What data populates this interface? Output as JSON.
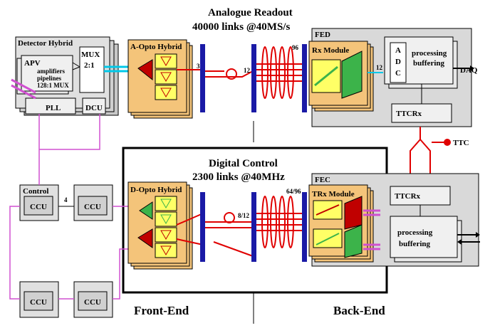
{
  "analogue": {
    "title": "Analogue Readout",
    "subtitle": "40000 links @40MS/s",
    "detector_hybrid": {
      "title": "Detector Hybrid",
      "apv": "APV",
      "apv_lines": [
        "amplifiers",
        "pipelines",
        "128:1 MUX"
      ],
      "mux": "MUX",
      "mux_ratio": "2:1",
      "pll": "PLL",
      "dcu": "DCU"
    },
    "opto_hybrid": "A-Opto Hybrid",
    "fibre_count_a": "3",
    "fibre_count_b": "12",
    "fibre_count_c": "96",
    "fed": "FED",
    "rx_module": "Rx Module",
    "adc": [
      "A",
      "D",
      "C"
    ],
    "adc_bus": "12",
    "processing": "processing",
    "buffering": "buffering",
    "daq": "DAQ",
    "ttcrx": "TTCRx",
    "ttc": "TTC"
  },
  "digital": {
    "title": "Digital Control",
    "subtitle": "2300 links @40MHz",
    "control": "Control",
    "ccu": "CCU",
    "ring_count": "4",
    "opto_hybrid": "D-Opto Hybrid",
    "fibre_count_a": "8/12",
    "fibre_count_b": "64/96",
    "fec": "FEC",
    "trx_module": "TRx Module",
    "ttcrx": "TTCRx",
    "processing": "processing",
    "buffering": "buffering"
  },
  "front_end": "Front-End",
  "back_end": "Back-End",
  "colors": {
    "opto_fill": "#f4c47a",
    "box_fill": "#d9d9d9",
    "blue_bar": "#1a1aa6",
    "fibre": "#e00000",
    "magenta": "#d050d0",
    "cyan": "#00c8e8",
    "green": "#3cb34a",
    "yellow": "#ffff66"
  }
}
